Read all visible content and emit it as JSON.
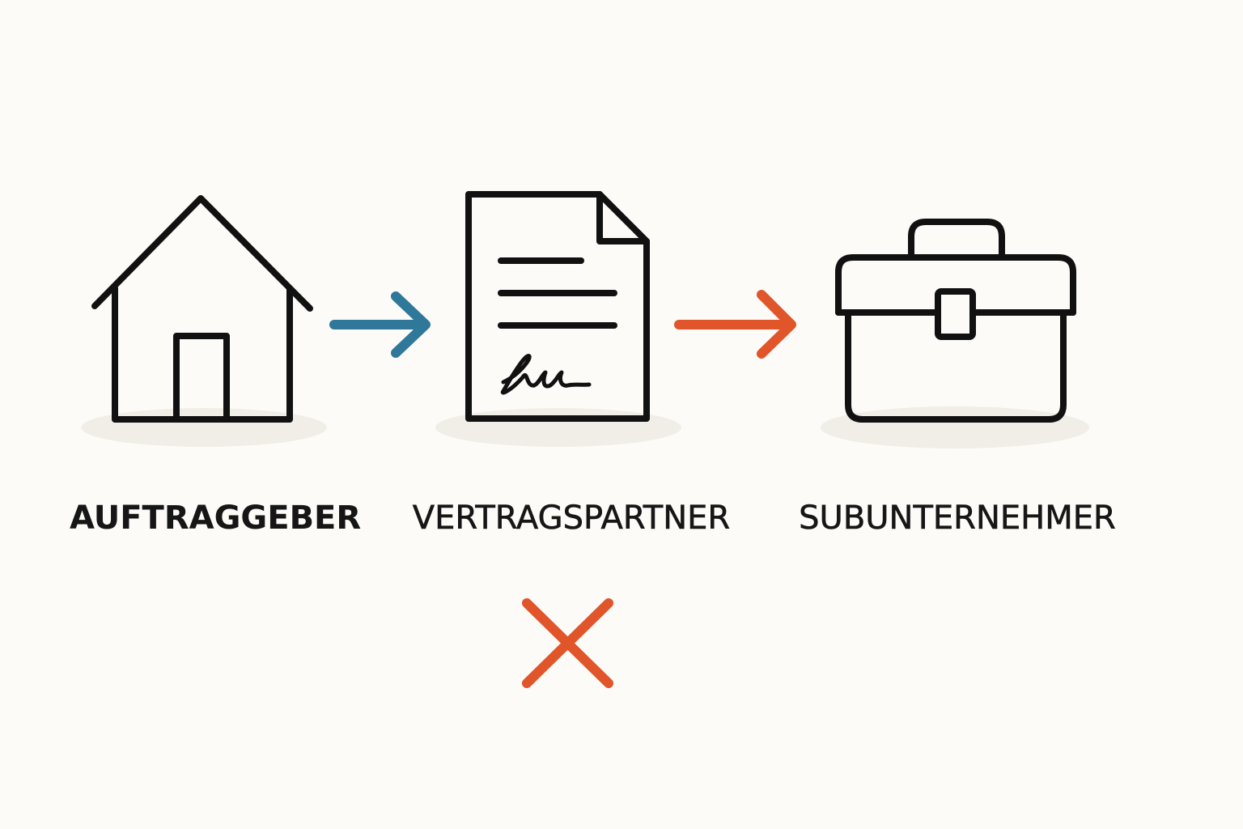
{
  "labels": {
    "client": "AUFTRAGGEBER",
    "contract_partner": "VERTRAGSPARTNER",
    "subcontractor": "SUBUNTERNEHMER"
  },
  "nodes": [
    {
      "id": "client",
      "icon": "house-icon"
    },
    {
      "id": "contract_partner",
      "icon": "signed-document-icon"
    },
    {
      "id": "subcontractor",
      "icon": "toolbox-icon"
    }
  ],
  "edges": [
    {
      "from": "client",
      "to": "contract_partner",
      "color": "#2f7899"
    },
    {
      "from": "contract_partner",
      "to": "subcontractor",
      "color": "#e0552a"
    }
  ],
  "colors": {
    "background": "#fcfbf8",
    "stroke": "#111111",
    "shadow": "#f1eee8",
    "arrow_blue": "#2f7899",
    "arrow_orange": "#e0552a",
    "cross": "#e0552a"
  },
  "cross_icon": "x-mark-icon"
}
